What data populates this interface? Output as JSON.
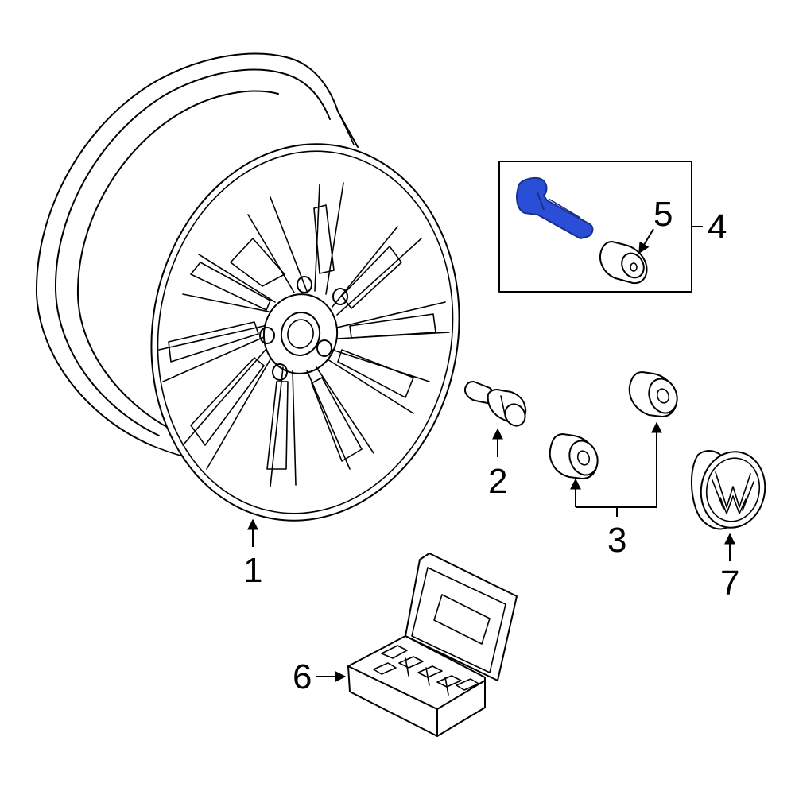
{
  "callouts": {
    "c1": "1",
    "c2": "2",
    "c3": "3",
    "c4": "4",
    "c5": "5",
    "c6": "6",
    "c7": "7"
  },
  "parts": [
    {
      "callout": "1",
      "part": "wheel"
    },
    {
      "callout": "2",
      "part": "wheel-bolt"
    },
    {
      "callout": "3",
      "part": "lug-nut-caps"
    },
    {
      "callout": "4",
      "part": "valve-stem-kit"
    },
    {
      "callout": "5",
      "part": "valve-cap"
    },
    {
      "callout": "6",
      "part": "wheel-lock-kit"
    },
    {
      "callout": "7",
      "part": "center-cap"
    }
  ],
  "highlight": {
    "part": "valve-stem",
    "color": "#2a4fd6"
  },
  "colors": {
    "line": "#000000",
    "background": "#ffffff",
    "highlight": "#2a4fd6",
    "highlight_dark": "#1a2f8a"
  }
}
